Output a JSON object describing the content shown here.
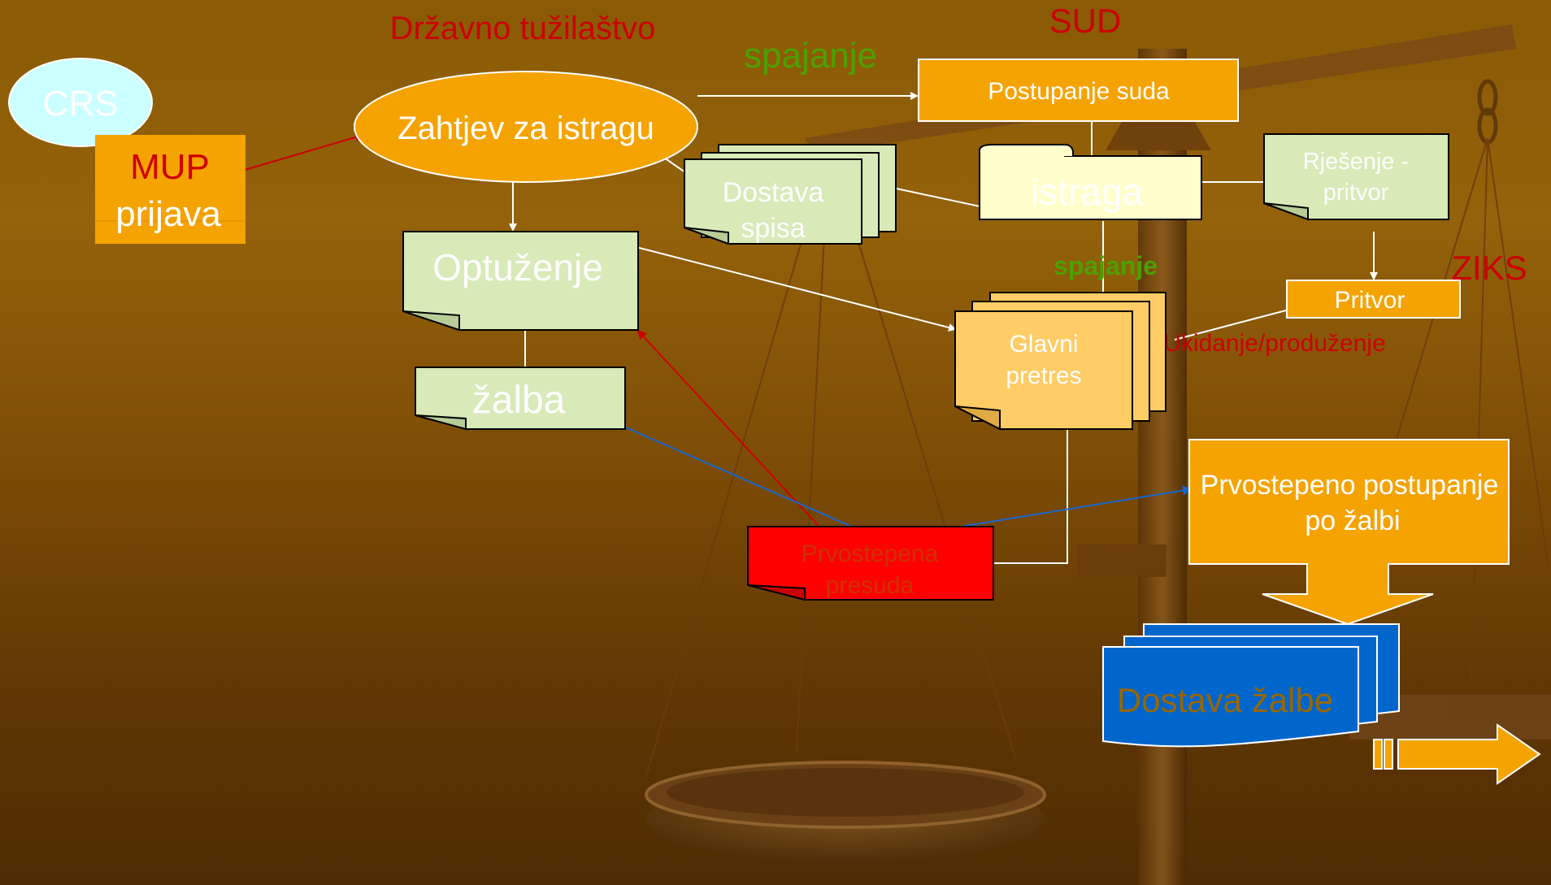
{
  "headings": {
    "prosecution": "Državno tužilaštvo",
    "court": "SUD",
    "ziks": "ZIKS"
  },
  "nodes": {
    "crs": "CRS",
    "mup_line1": "MUP",
    "mup_line2": "prijava",
    "zahtjev": "Zahtjev za istragu",
    "spajanje_top": "spajanje",
    "postupanje_suda": "Postupanje suda",
    "dostava_spisa_line1": "Dostava",
    "dostava_spisa_line2": "spisa",
    "istraga": "istraga",
    "rjesenje_line1": "Rješenje -",
    "rjesenje_line2": "pritvor",
    "optuzenje": "Optuženje",
    "spajanje_mid": "spajanje",
    "pritvor": "Pritvor",
    "ukidanje": "Ukidanje/produženje",
    "glavni_line1": "Glavni",
    "glavni_line2": "pretres",
    "zalba": "žalba",
    "prvostepeno_line1": "Prvostepeno postupanje",
    "prvostepeno_line2": "po žalbi",
    "presuda_line1": "Prvostepena",
    "presuda_line2": "presuda",
    "dostava_zalbe": "Dostava žalbe"
  },
  "colors": {
    "orange": "#f5a300",
    "light_green": "#d8eab8",
    "light_yellow": "#ffffcc",
    "cyan": "#ccffff",
    "pale_orange": "#ffcc66",
    "red": "#ff0000",
    "blue": "#0066cc",
    "heading_red": "#cc0000",
    "green_text": "#4ca000",
    "arrow_white": "#ffffff",
    "arrow_red": "#cc0000",
    "arrow_blue": "#1a66cc"
  }
}
